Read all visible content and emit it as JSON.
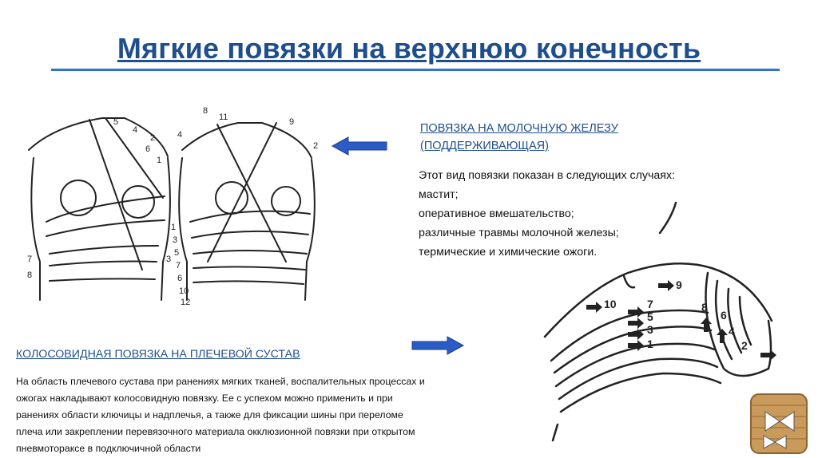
{
  "slide": {
    "title": "Мягкие повязки на верхнюю конечность",
    "colors": {
      "accent": "#1f4e8c",
      "rule": "#2e74c7",
      "arrow": "#2b5cc6"
    }
  },
  "breast_bandage": {
    "heading_line1": "ПОВЯЗКА НА МОЛОЧНУЮ ЖЕЛЕЗУ",
    "heading_line2": "(ПОДДЕРЖИВАЮЩАЯ)",
    "lines": [
      "Этот вид повязки показан в следующих случаях:",
      "мастит;",
      "оперативное вмешательство;",
      "различные травмы молочной железы;",
      "термические и химические ожоги."
    ],
    "figure_left_labels": [
      "5",
      "4",
      "2",
      "6",
      "1",
      "7",
      "3",
      "8"
    ],
    "figure_right_labels": [
      "8",
      "11",
      "9",
      "2",
      "4",
      "1",
      "3",
      "5",
      "7",
      "6",
      "10",
      "12"
    ]
  },
  "shoulder_bandage": {
    "heading": "КОЛОСОВИДНАЯ ПОВЯЗКА НА ПЛЕЧЕВОЙ СУСТАВ",
    "lines": [
      "На область плечевого сустава при ранениях мягких тканей, воспалительных процессах и",
      "ожогах накладывают колосовидную повязку. Ее с успехом можно применить и при",
      "ранениях области ключицы и надплечья, а также для фиксации шины при переломе",
      "плеча или закреплении перевязочного материала окклюзионной повязки при открытом",
      "пневмотораксе в подключичной области"
    ],
    "figure_labels": [
      "9",
      "10",
      "7",
      "5",
      "3",
      "1",
      "8",
      "6",
      "4",
      "2"
    ]
  },
  "icons": [
    "arrow-left-icon",
    "arrow-right-icon",
    "bandage-roll-icon"
  ]
}
